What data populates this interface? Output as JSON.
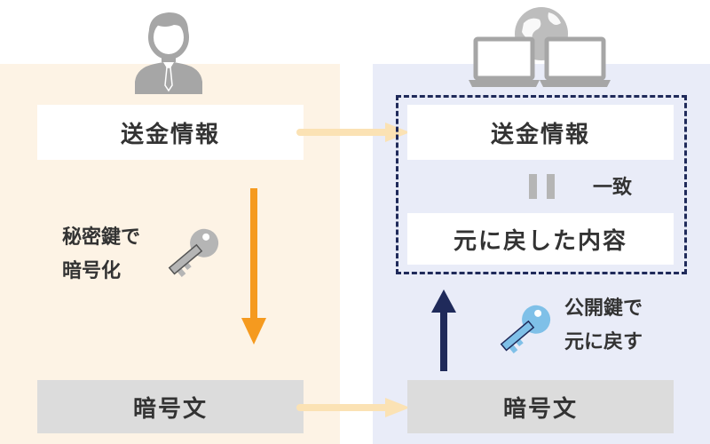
{
  "sender": {
    "plaintext_label": "送金情報",
    "encrypt_caption_line1": "秘密鍵で",
    "encrypt_caption_line2": "暗号化",
    "ciphertext_label": "暗号文"
  },
  "receiver": {
    "plaintext_label": "送金情報",
    "match_label": "一致",
    "restored_label": "元に戻した内容",
    "decrypt_caption_line1": "公開鍵で",
    "decrypt_caption_line2": "元に戻す",
    "ciphertext_label": "暗号文"
  },
  "colors": {
    "left_panel": "#fdf3e5",
    "right_panel": "#e9ecf8",
    "orange_arrow": "#f59a1f",
    "navy_arrow": "#1f2a5a",
    "pale_arrow": "#fbe2b4",
    "private_key": "#b5b5b5",
    "public_key": "#7fc0e8",
    "dashed_frame": "#1f2a5a"
  }
}
